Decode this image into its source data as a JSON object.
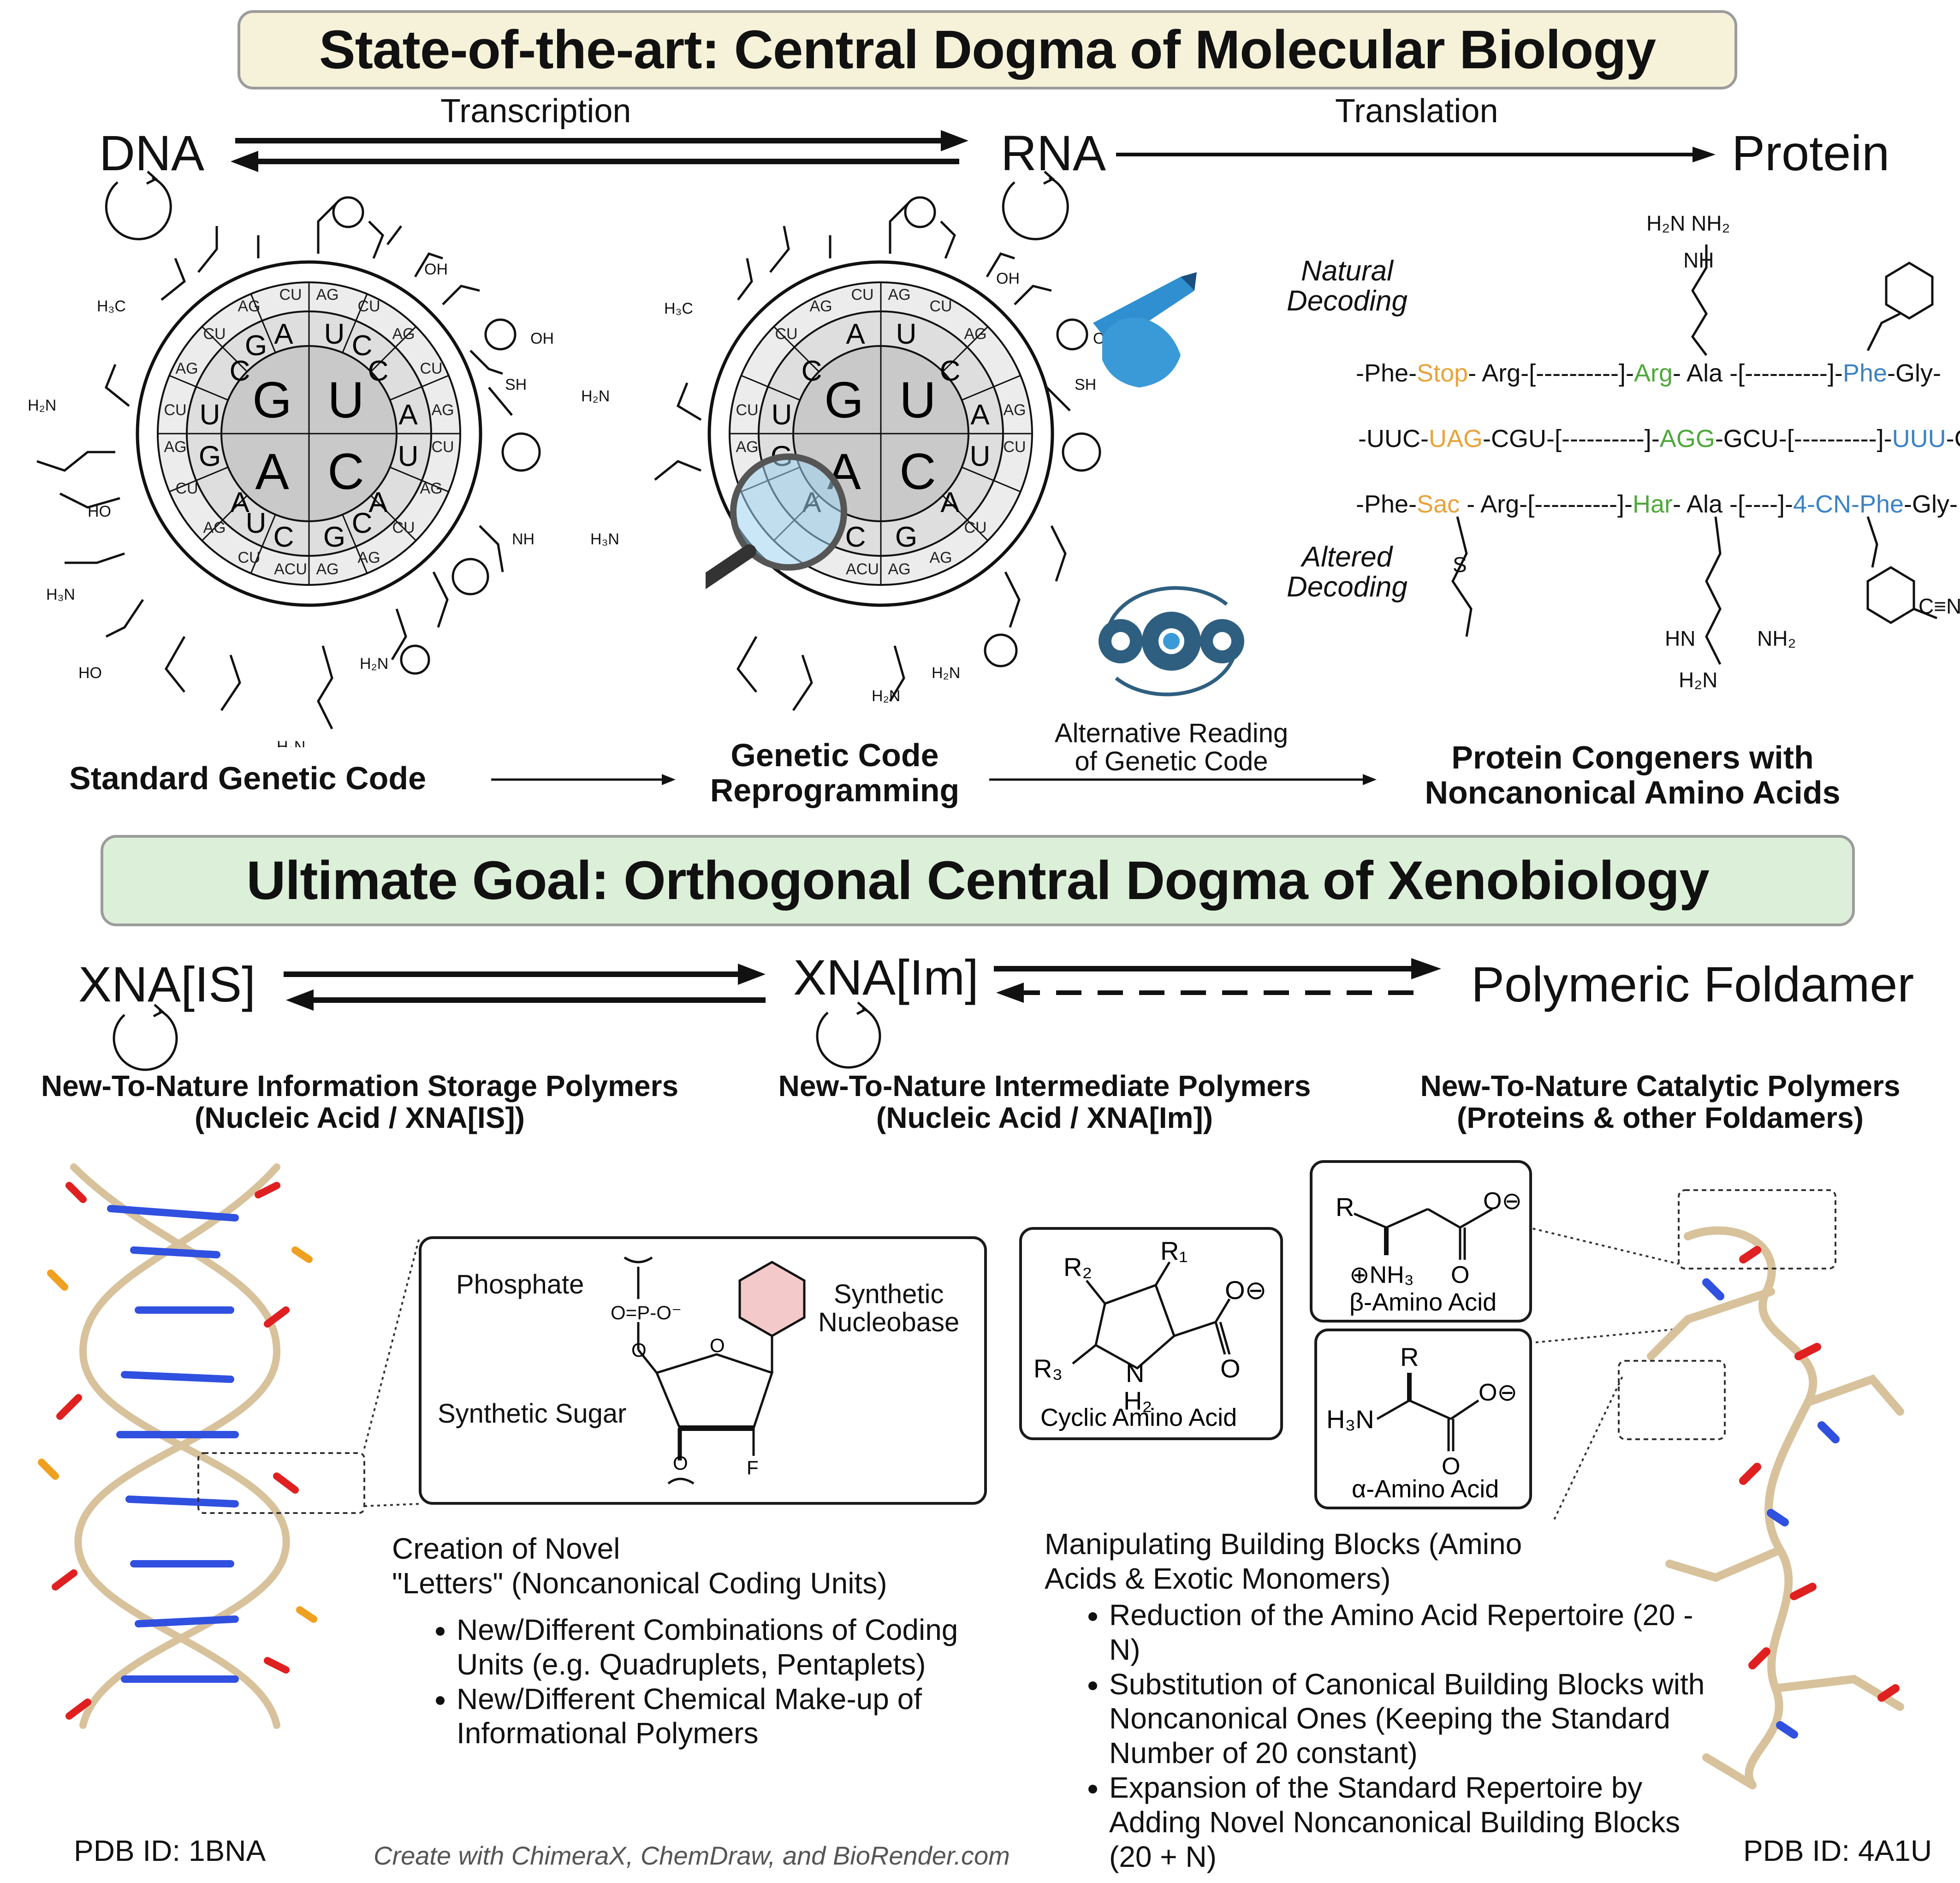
{
  "top_title": "State-of-the-art: Central Dogma of Molecular Biology",
  "dogma": {
    "dna": "DNA",
    "rna": "RNA",
    "protein": "Protein",
    "transcription": "Transcription",
    "translation": "Translation"
  },
  "wheel": {
    "inner": [
      "G",
      "U",
      "A",
      "C"
    ],
    "ring2_sample": [
      "A",
      "G",
      "U",
      "C"
    ],
    "ring3_sample": [
      "CU",
      "AG"
    ]
  },
  "decoding": {
    "natural_label": "Natural\nDecoding",
    "altered_label": "Altered\nDecoding",
    "row1": {
      "phe": "-Phe-",
      "stop": "Stop",
      "arg": "- Arg-[",
      "dash1": "----------",
      "close1": "]-",
      "arg_green": "Arg",
      "ala": "-   Ala  -[",
      "dash2": "----------",
      "close2": "]-",
      "phe_blue": "Phe",
      "gly": "-Gly-"
    },
    "row2": {
      "a": "-UUC-",
      "uag": "UAG",
      "b": "-CGU-[",
      "dash1": "----------",
      "c": "]-",
      "agg": "AGG",
      "d": "-GCU-[",
      "dash2": "----------",
      "e": "]-",
      "uuu": "UUU",
      "f": "-GGU-"
    },
    "row3": {
      "phe": "-Phe-",
      "sac": "Sac",
      "arg": " -  Arg-[",
      "dash1": "----------",
      "close1": "]-",
      "har": "Har",
      "ala": "-   Ala  -[",
      "dash2": "----",
      "close2": "]-",
      "cnphe": "4-CN-Phe",
      "gly": "-Gly-"
    },
    "arg_top": "H₂N   NH₂",
    "arg_top_nh": "NH",
    "har_nh": "HN",
    "har_nh2": "NH₂",
    "har_h2n": "H₂N",
    "cn": "C≡N"
  },
  "captions": {
    "standard": "Standard Genetic Code",
    "reprogramming": "Genetic Code\nReprogramming",
    "alternative": "Alternative Reading\nof Genetic Code",
    "congeners": "Protein Congeners with\nNoncanonical Amino Acids"
  },
  "bottom_title": "Ultimate Goal: Orthogonal Central Dogma of Xenobiology",
  "xeno": {
    "xna_is": "XNA[IS]",
    "xna_im": "XNA[Im]",
    "foldamer": "Polymeric Foldamer",
    "cap1": "New-To-Nature Information Storage Polymers\n(Nucleic Acid / XNA[IS])",
    "cap2": "New-To-Nature Intermediate Polymers\n(Nucleic Acid / XNA[Im])",
    "cap3": "New-To-Nature Catalytic Polymers\n(Proteins & other Foldamers)"
  },
  "nucleotide_box": {
    "phosphate": "Phosphate",
    "synthetic_nucleobase": "Synthetic\nNucleobase",
    "synthetic_sugar": "Synthetic Sugar",
    "p_group": "O=P-O⁻",
    "o_label": "O",
    "f_label": "F"
  },
  "letters": {
    "heading": "Creation of Novel\n\"Letters\" (Noncanonical Coding Units)",
    "bullets": [
      "New/Different Combinations of Coding Units (e.g. Quadruplets, Pentaplets)",
      "New/Different Chemical Make-up of Informational Polymers"
    ]
  },
  "amino_boxes": {
    "cyclic": "Cyclic Amino Acid",
    "beta": "β-Amino Acid",
    "alpha": "α-Amino Acid",
    "r": "R",
    "r1": "R₁",
    "r2": "R₂",
    "r3": "R₃",
    "nh3": "⊕NH₃",
    "h3n": "H₃N",
    "h2": "H₂",
    "n": "N",
    "o": "O",
    "ominus": "O⊖"
  },
  "building": {
    "heading": "Manipulating Building Blocks (Amino\nAcids & Exotic Monomers)",
    "bullets": [
      "Reduction of the Amino Acid Repertoire (20 - N)",
      "Substitution of Canonical Building Blocks with Noncanonical Ones (Keeping the Standard Number of 20 constant)",
      "Expansion of the Standard Repertoire by Adding Novel Noncanonical Building Blocks (20 + N)"
    ]
  },
  "pdb_left": "PDB ID: 1BNA",
  "pdb_right": "PDB ID: 4A1U",
  "footer": "Create with ChimeraX, ChemDraw, and BioRender.com",
  "colors": {
    "banner1": "#f5f2d9",
    "banner2": "#dcefd8",
    "stop_orange": "#e8a33a",
    "arg_green": "#4ea83a",
    "phe_blue": "#3b82c4",
    "gear": "#2f5f80",
    "hand": "#2f8fd0",
    "dna_red": "#e02020",
    "dna_tan": "#d8c29c",
    "dna_blue": "#3050e0",
    "dna_orange": "#f0a020"
  }
}
